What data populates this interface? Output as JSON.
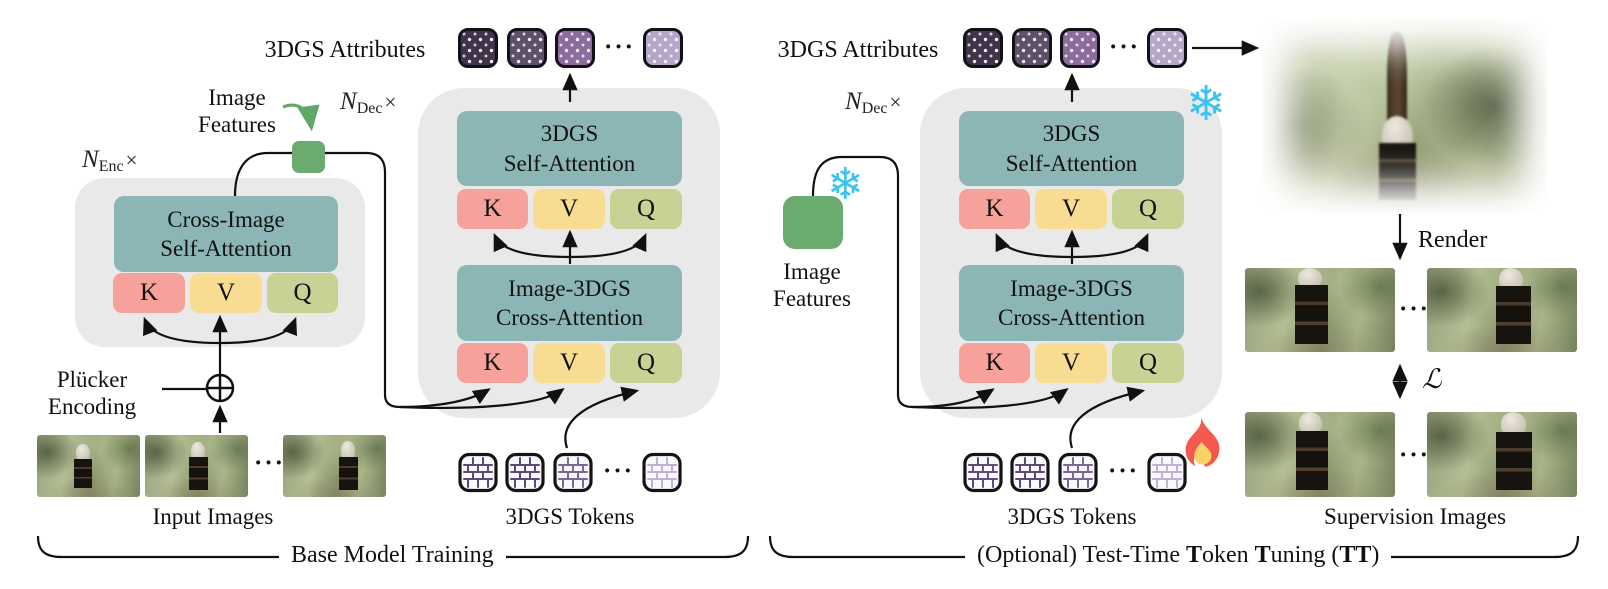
{
  "figure": {
    "attributes_title": "3DGS Attributes",
    "tokens_title": "3DGS Tokens",
    "input_images_label": "Input Images",
    "supervision_images_label": "Supervision Images",
    "render_label": "Render",
    "loss_symbol": "ℒ",
    "ellipsis": "···",
    "plucker": {
      "line1": "Plücker",
      "line2": "Encoding"
    },
    "image_features": {
      "line1": "Image",
      "line2": "Features"
    },
    "n_enc": {
      "base": "N",
      "sub": "Enc",
      "times": "×"
    },
    "n_dec": {
      "base": "N",
      "sub": "Dec",
      "times": "×"
    },
    "encoder_block": {
      "line1": "Cross-Image",
      "line2": "Self-Attention"
    },
    "decoder_self": {
      "line1": "3DGS",
      "line2": "Self-Attention"
    },
    "decoder_cross": {
      "line1": "Image-3DGS",
      "line2": "Cross-Attention"
    },
    "kvq": {
      "k": "K",
      "v": "V",
      "q": "Q"
    },
    "brace_left_label": "Base Model Training",
    "brace_right_parts": [
      {
        "text": "(Optional) Test-Time ",
        "bold": false
      },
      {
        "text": "T",
        "bold": true
      },
      {
        "text": "oken ",
        "bold": false
      },
      {
        "text": "T",
        "bold": true
      },
      {
        "text": "uning (",
        "bold": false
      },
      {
        "text": "TT",
        "bold": true
      },
      {
        "text": ")",
        "bold": false
      }
    ]
  },
  "icons": {
    "snowflake": "❄"
  },
  "colors": {
    "panel_gray": "#e9e9e9",
    "attention_teal": "#8cb6b5",
    "k_red": "#f6a29b",
    "v_yellow": "#f7dc92",
    "q_green": "#c8d294",
    "feature_green": "#6bab70",
    "arrow_green": "#5fa968",
    "snowflake_blue": "#35c4f3",
    "flame_outer": "#f4594f",
    "flame_inner": "#fbd266",
    "attr_squares": [
      "#3f3449",
      "#5d5068",
      "#8a6d9d",
      "#b6a6c9"
    ],
    "token_strokes": [
      "#5b4a79",
      "#5b4a79",
      "#7a6896",
      "#c0b1d6"
    ]
  }
}
